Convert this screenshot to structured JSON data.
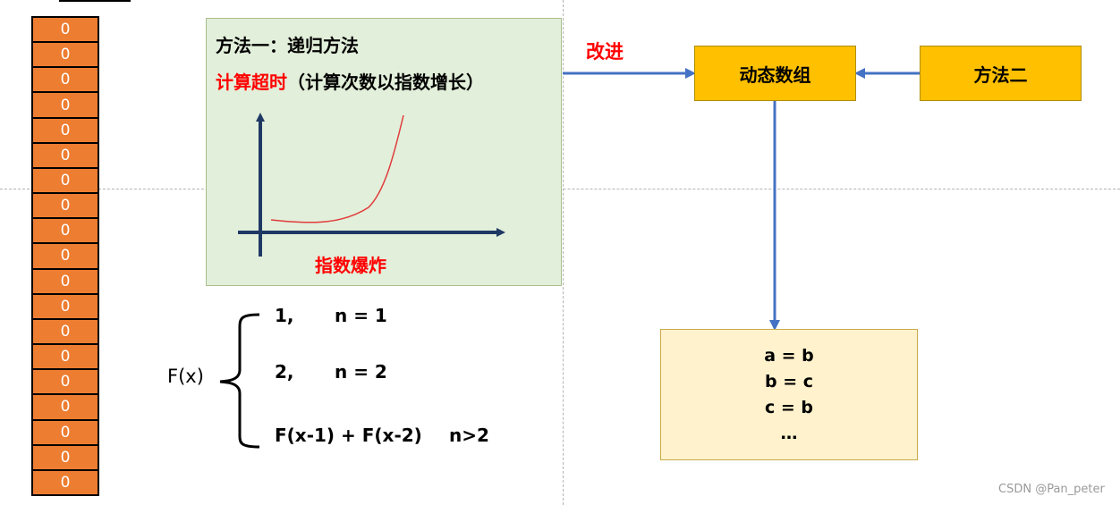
{
  "memory_column": {
    "cells": [
      "0",
      "0",
      "0",
      "0",
      "0",
      "0",
      "0",
      "0",
      "0",
      "0",
      "0",
      "0",
      "0",
      "0",
      "0",
      "0",
      "0",
      "0",
      "0"
    ]
  },
  "method1": {
    "title": "方法一：递归方法",
    "timeout_label": "计算超时",
    "timeout_note": "（计算次数以指数增长）",
    "explosion_label": "指数爆炸"
  },
  "improve_label": "改进",
  "dynamic_array_label": "动态数组",
  "method2_label": "方法二",
  "result_box": {
    "lines": [
      "a = b",
      "b = c",
      "c = b",
      "…"
    ]
  },
  "recurrence": {
    "function_label": "F(x)",
    "cases": [
      {
        "value": "1,",
        "condition": "n = 1"
      },
      {
        "value": "2,",
        "condition": "n = 2"
      },
      {
        "value": "F(x-1) + F(x-2)",
        "condition": "n>2"
      }
    ]
  },
  "colors": {
    "cell": "#ed7d31",
    "panel_green": "#e2efda",
    "yellow": "#ffc000",
    "result_bg": "#fff2cc",
    "arrow_blue": "#4472c4",
    "axis_navy": "#1f3864",
    "curve_red": "#e03c3c"
  },
  "watermark": "CSDN @Pan_peter"
}
